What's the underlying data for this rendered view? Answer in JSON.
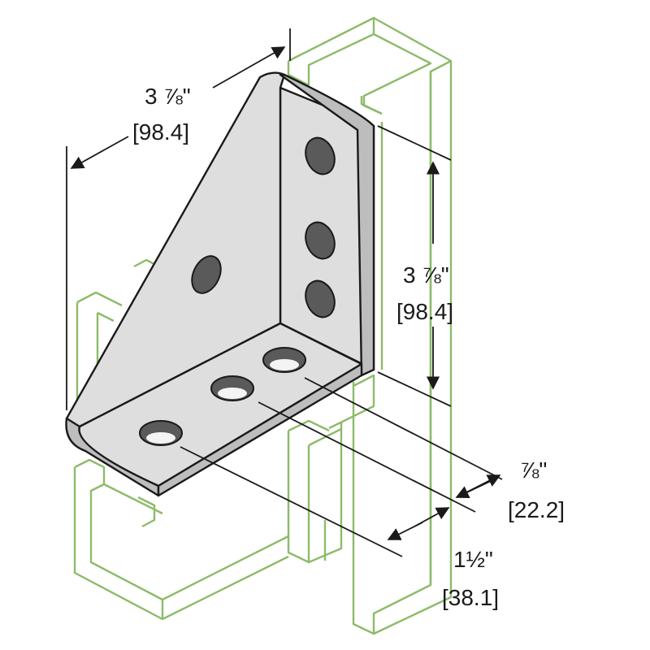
{
  "dimensions": {
    "top_width": {
      "imperial": "3 ⅞\"",
      "metric": "[98.4]"
    },
    "right_height": {
      "imperial": "3 ⅞\"",
      "metric": "[98.4]"
    },
    "hole_spacing": {
      "imperial": "⅞\"",
      "metric": "[22.2]"
    },
    "edge_offset": {
      "imperial": "1½\"",
      "metric": "[38.1]"
    }
  },
  "colors": {
    "channel_outline": "#8dbb6a",
    "plate_fill": "#dedede",
    "outline": "#1a1a1a"
  }
}
